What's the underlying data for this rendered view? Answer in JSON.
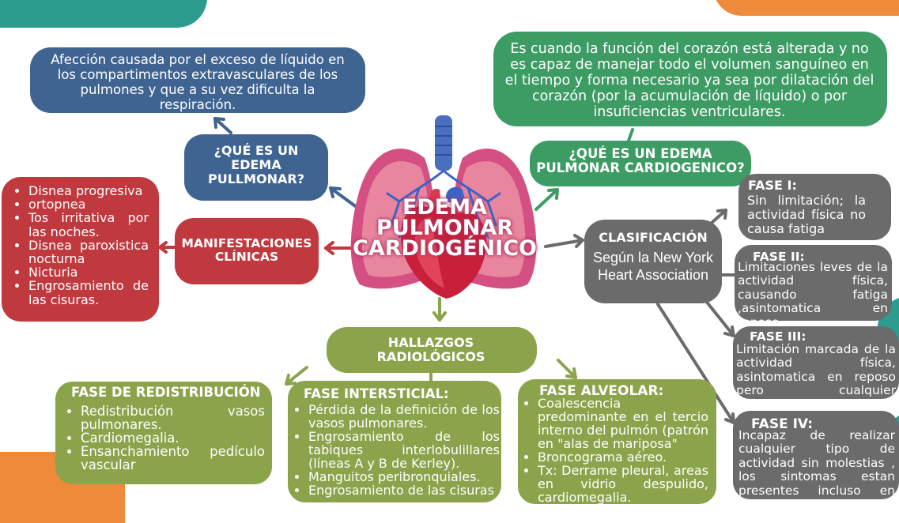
{
  "center_title": [
    "EDEMA",
    "PULMONAR",
    "CARDIOGÉNICO"
  ],
  "definition_question": "¿QUÉ ES UN EDEMA PULLMONAR?",
  "definition_text": "Afección causada por el exceso de líquido en los compartimentos extravasculares de los pulmones y que a su vez dificulta la respiración.",
  "cardiogenic_question": "¿QUÉ ES UN EDEMA PULMONAR CARDIOGENICO?",
  "cardiogenic_text": "Es cuando la función del corazón está alterada y no es capaz de manejar todo el volumen sanguíneo en el tiempo y forma necesario ya sea por dilatación del corazón (por la acumulación de líquido) o por insuficiencias ventriculares.",
  "manifestations": {
    "title": "MANIFESTACIONES CLÍNICAS",
    "items": [
      "Disnea progresiva",
      "ortopnea",
      "Tos irritativa por las noches.",
      "Disnea paroxistica nocturna",
      "Nicturia",
      "Engrosamiento de las cisuras."
    ]
  },
  "classification": {
    "title": "CLASIFICACIÓN",
    "subtitle": "Según la New York Heart Association",
    "phases": [
      {
        "title": "FASE I:",
        "text": "Sin limitación; la actividad física no causa fatiga"
      },
      {
        "title": "FASE II:",
        "text": "Limitaciones leves de la actividad física, causando fatiga ,asintomatica en reposo."
      },
      {
        "title": "FASE III:",
        "text": "Limitación marcada de la actividad física, asintomatica en reposo pero cualquier movimiento causa sintomas."
      },
      {
        "title": "FASE IV:",
        "text": "Incapaz de realizar cualquier tipo de actividad sin molestias , los sintomas estan presentes incluso en reposo."
      }
    ]
  },
  "radiology": {
    "title": "HALLAZGOS RADIOLÓGICOS",
    "redistribution": {
      "title": "FASE DE REDISTRIBUCIÓN",
      "items": [
        "Redistribución vasos pulmonares.",
        "Cardiomegalia.",
        "Ensanchamiento pedículo vascular"
      ]
    },
    "interstitial": {
      "title": "FASE INTERSTICIAL:",
      "items": [
        "Pérdida de la definición de los vasos pulmonares.",
        "Engrosamiento de los tabiques interlobulillares (líneas A y B de Kerley).",
        " Manguitos peribronquiales.",
        " Engrosamiento de las cisuras"
      ]
    },
    "alveolar": {
      "title": "FASE ALVEOLAR:",
      "items": [
        "Coalescencia predominante en el tercio interno del pulmón (patrón en \"alas de mariposa\"",
        " Broncograma aéreo.",
        "Tx: Derrame pleural, areas en vidrio despulido, cardiomegalia."
      ]
    }
  },
  "colors": {
    "blue": "#3f6491",
    "red": "#c0393f",
    "green": "#3d9b64",
    "gray": "#6b6b6b",
    "olive": "#8ba44c",
    "teal": "#2c9c8f",
    "orange": "#ee8a3a"
  }
}
